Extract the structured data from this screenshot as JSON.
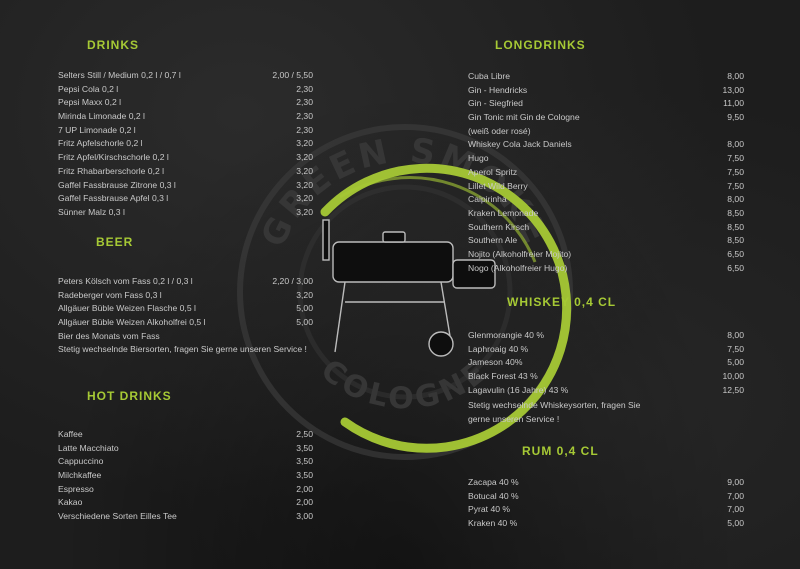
{
  "colors": {
    "accent": "#a6c935",
    "text": "#c9c9c9",
    "background": "#1d1d1d"
  },
  "logo": {
    "icon": "smoker-grill-logo",
    "text_top": "GREEN SMOKE",
    "text_bottom": "COLOGNE"
  },
  "drinks": {
    "title": "DRINKS",
    "items": [
      {
        "name": "Selters Still / Medium 0,2 l / 0,7 l",
        "price": "2,00 / 5,50"
      },
      {
        "name": "Pepsi Cola 0,2 l",
        "price": "2,30"
      },
      {
        "name": "Pepsi Maxx 0,2 l",
        "price": "2,30"
      },
      {
        "name": "Mirinda Limonade 0,2 l",
        "price": "2,30"
      },
      {
        "name": "7 UP Limonade 0,2 l",
        "price": "2,30"
      },
      {
        "name": "Fritz Apfelschorle 0,2 l",
        "price": "3,20"
      },
      {
        "name": "Fritz Apfel/Kirschschorle 0,2 l",
        "price": "3,20"
      },
      {
        "name": "Fritz Rhabarberschorle 0,2 l",
        "price": "3,20"
      },
      {
        "name": "Gaffel Fassbrause Zitrone 0,3 l",
        "price": "3,20"
      },
      {
        "name": "Gaffel Fassbrause Apfel 0,3 l",
        "price": "3,20"
      },
      {
        "name": "Sünner Malz 0,3 l",
        "price": "3,20"
      }
    ]
  },
  "beer": {
    "title": "BEER",
    "items": [
      {
        "name": "Peters Kölsch vom Fass 0,2 l / 0,3 l",
        "price": "2,20 / 3,00"
      },
      {
        "name": "Radeberger vom Fass 0,3 l",
        "price": "3,20"
      },
      {
        "name": "Allgäuer Büble Weizen Flasche 0,5 l",
        "price": "5,00"
      },
      {
        "name": "Allgäuer Büble Weizen Alkoholfrei 0,5 l",
        "price": "5,00"
      },
      {
        "name": "Bier des Monats vom Fass",
        "price": ""
      },
      {
        "name": "Stetig wechselnde Biersorten, fragen Sie gerne unseren Service !",
        "price": ""
      }
    ]
  },
  "hot_drinks": {
    "title": "HOT DRINKS",
    "items": [
      {
        "name": "Kaffee",
        "price": "2,50"
      },
      {
        "name": "Latte Macchiato",
        "price": "3,50"
      },
      {
        "name": "Cappuccino",
        "price": "3,50"
      },
      {
        "name": "Milchkaffee",
        "price": "3,50"
      },
      {
        "name": "Espresso",
        "price": "2,00"
      },
      {
        "name": "Kakao",
        "price": "2,00"
      },
      {
        "name": "Verschiedene Sorten Eilles Tee",
        "price": "3,00"
      }
    ]
  },
  "longdrinks": {
    "title": "LONGDRINKS",
    "items": [
      {
        "name": "Cuba Libre",
        "price": "8,00"
      },
      {
        "name": "Gin - Hendricks",
        "price": "13,00"
      },
      {
        "name": "Gin - Siegfried",
        "price": "11,00"
      },
      {
        "name": "Gin Tonic mit Gin de Cologne",
        "price": "9,50"
      },
      {
        "name": "(weiß oder rosé)",
        "price": ""
      },
      {
        "name": "Whiskey Cola Jack Daniels",
        "price": "8,00"
      },
      {
        "name": "Hugo",
        "price": "7,50"
      },
      {
        "name": "Aperol Spritz",
        "price": "7,50"
      },
      {
        "name": "Lillet Wild Berry",
        "price": "7,50"
      },
      {
        "name": "Caipirinha",
        "price": "8,00"
      },
      {
        "name": "Kraken Lemonade",
        "price": "8,50"
      },
      {
        "name": "Southern Kirsch",
        "price": "8,50"
      },
      {
        "name": "Southern Ale",
        "price": "8,50"
      },
      {
        "name": "Nojito (Alkoholfreier Mojito)",
        "price": "6,50"
      },
      {
        "name": "Nogo (Alkoholfreier Hugo)",
        "price": "6,50"
      }
    ]
  },
  "whiskey": {
    "title": "WHISKEY 0,4 CL",
    "items": [
      {
        "name": "Glenmorangie 40 %",
        "price": "8,00"
      },
      {
        "name": "Laphroaig 40 %",
        "price": "7,50"
      },
      {
        "name": "Jameson 40%",
        "price": "5,00"
      },
      {
        "name": "Black Forest 43 %",
        "price": "10,00"
      },
      {
        "name": "Lagavulin (16 Jahre) 43 %",
        "price": "12,50"
      }
    ],
    "note_line1": "Stetig wechselnde Whiskeysorten, fragen Sie",
    "note_line2": "gerne unseren Service !"
  },
  "rum": {
    "title": "RUM 0,4 CL",
    "items": [
      {
        "name": "Zacapa 40 %",
        "price": "9,00"
      },
      {
        "name": "Botucal 40 %",
        "price": "7,00"
      },
      {
        "name": "Pyrat 40 %",
        "price": "7,00"
      },
      {
        "name": "Kraken 40 %",
        "price": "5,00"
      }
    ]
  }
}
